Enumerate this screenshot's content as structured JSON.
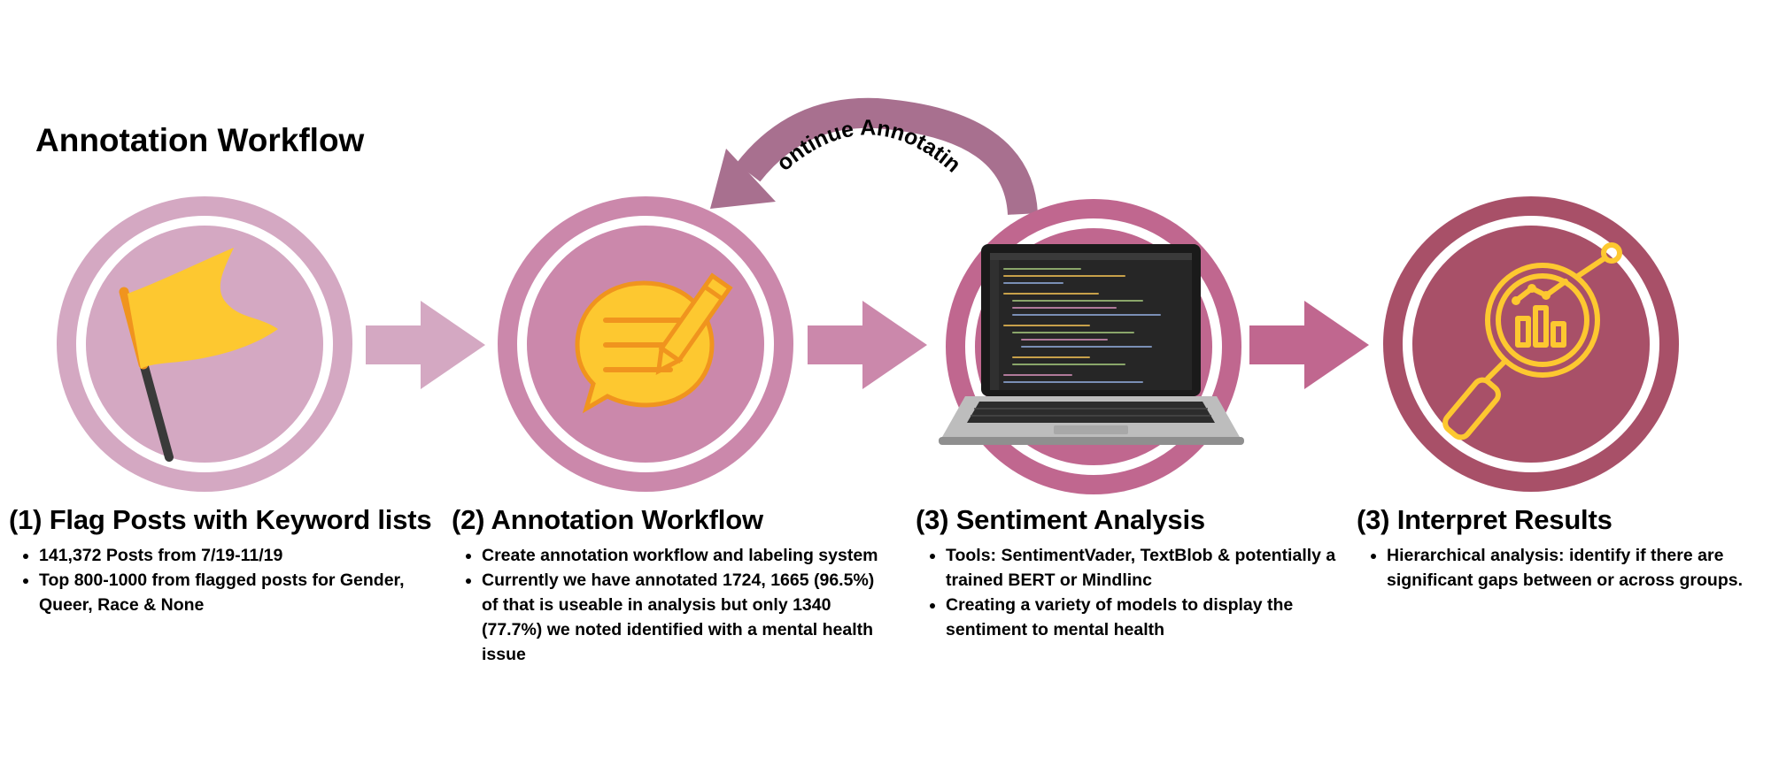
{
  "title": "Annotation Workflow",
  "loop_label": "Continue Annotating",
  "colors": {
    "step1": "#d4a8c2",
    "step2": "#cb88ab",
    "step3": "#c0678f",
    "step4": "#a85068",
    "icon_yellow": "#fdc830",
    "icon_orange": "#f0941e",
    "loop_arrow": "#a8708f"
  },
  "icons": [
    "flag-icon",
    "chat-pencil-icon",
    "laptop-icon",
    "magnifier-chart-icon"
  ],
  "steps": [
    {
      "heading": "(1) Flag Posts with Keyword lists",
      "bullets": [
        "141,372 Posts from 7/19-11/19",
        "Top 800-1000 from flagged posts for Gender, Queer, Race & None"
      ]
    },
    {
      "heading": "(2) Annotation Workflow",
      "bullets": [
        "Create annotation workflow and labeling system",
        "Currently we have annotated 1724,  1665 (96.5%) of that is useable in analysis but only 1340 (77.7%) we noted identified with a mental health issue"
      ]
    },
    {
      "heading": "(3) Sentiment Analysis",
      "bullets": [
        "Tools: SentimentVader, TextBlob & potentially a trained BERT or Mindlinc",
        "Creating a variety of models to display the sentiment to mental health"
      ]
    },
    {
      "heading": "(3) Interpret Results",
      "bullets": [
        "Hierarchical analysis: identify if there are significant gaps between or across groups."
      ]
    }
  ]
}
